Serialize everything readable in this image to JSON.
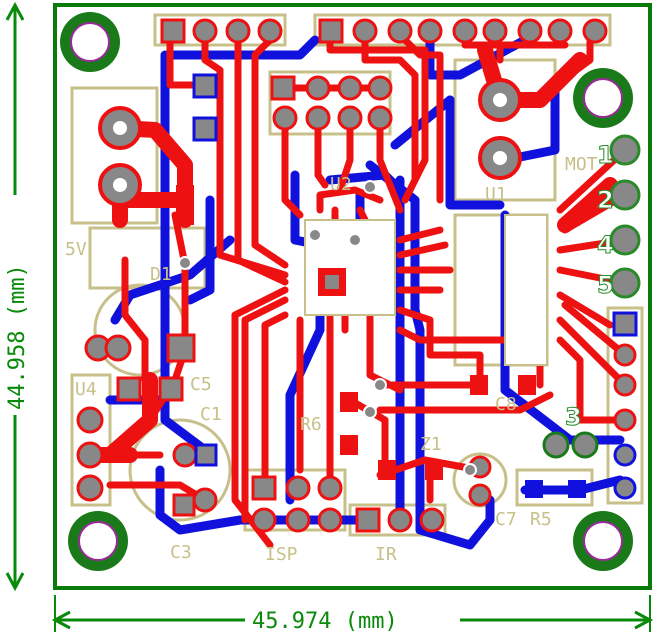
{
  "dimensions": {
    "width_label": "45.974 (mm)",
    "height_label": "44.958 (mm)"
  },
  "labels": {
    "u1": "U1",
    "u2": "U2",
    "u4": "U4",
    "c1": "C1",
    "c3": "C3",
    "c5": "C5",
    "c7": "C7",
    "c8": "C8",
    "r5": "R5",
    "r6": "R6",
    "d1": "D1",
    "ir": "IR",
    "isp": "ISP",
    "z1": "Z1",
    "mot": "MOT",
    "pwr": "5V"
  },
  "pin_numbers": {
    "p1": "1",
    "p2": "2",
    "p3": "3",
    "p4": "4",
    "p5": "5"
  },
  "colors": {
    "board_outline": "#0a7a0a",
    "top_copper": "#ee1111",
    "bottom_copper": "#1111dd",
    "silkscreen": "#c8c08a",
    "pad": "#888888",
    "hole_ring": "#1a7a1a"
  }
}
